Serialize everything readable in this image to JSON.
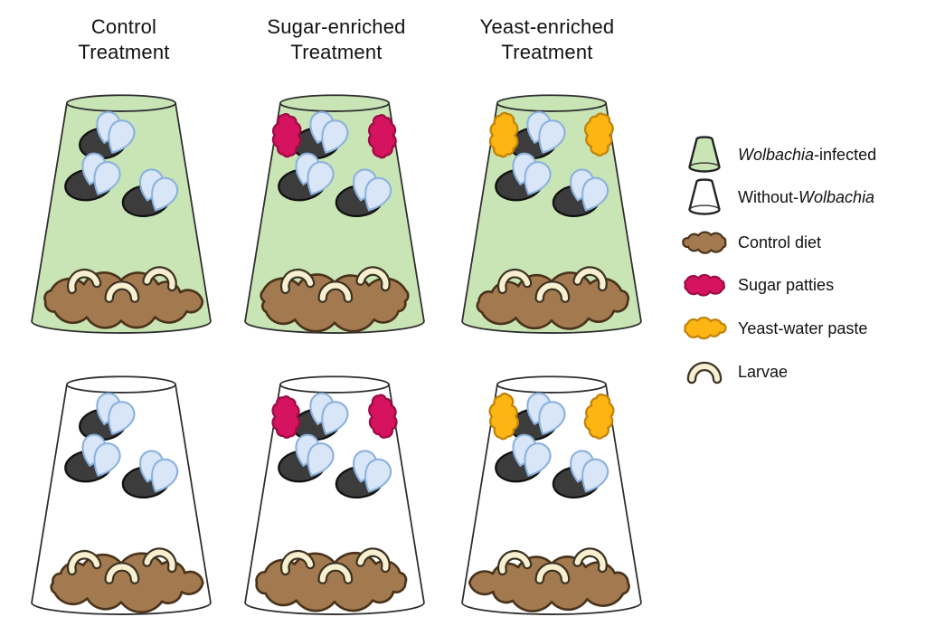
{
  "figure_title": "",
  "columns": [
    {
      "id": "control",
      "title_line1": "Control",
      "title_line2": "Treatment"
    },
    {
      "id": "sugar",
      "title_line1": "Sugar-enriched",
      "title_line2": "Treatment"
    },
    {
      "id": "yeast",
      "title_line1": "Yeast-enriched",
      "title_line2": "Treatment"
    }
  ],
  "rows": [
    {
      "id": "wolbachia-infected",
      "label_parts": [
        {
          "text": "Wolbachia",
          "italic": true
        },
        {
          "text": "-infected",
          "italic": false
        }
      ]
    },
    {
      "id": "without-wolbachia",
      "label_parts": [
        {
          "text": "Without-",
          "italic": false
        },
        {
          "text": "Wolbachia",
          "italic": true
        }
      ]
    }
  ],
  "vials": [
    {
      "row": "wolbachia-infected",
      "column": "control",
      "patty": null
    },
    {
      "row": "wolbachia-infected",
      "column": "sugar",
      "patty": "sugar"
    },
    {
      "row": "wolbachia-infected",
      "column": "yeast",
      "patty": "yeast"
    },
    {
      "row": "without-wolbachia",
      "column": "control",
      "patty": null
    },
    {
      "row": "without-wolbachia",
      "column": "sugar",
      "patty": "sugar"
    },
    {
      "row": "without-wolbachia",
      "column": "yeast",
      "patty": "yeast"
    }
  ],
  "counts": {
    "flies_per_vial": 3,
    "larvae_per_vial": 3,
    "patties_per_treated_vial": 2,
    "diet_blobs_per_vial": 1
  },
  "legend": {
    "items": [
      {
        "icon": "vial-green",
        "parts": [
          {
            "text": "Wolbachia",
            "italic": true
          },
          {
            "text": "-infected",
            "italic": false
          }
        ]
      },
      {
        "icon": "vial-white",
        "parts": [
          {
            "text": "Without-",
            "italic": false
          },
          {
            "text": "Wolbachia",
            "italic": true
          }
        ]
      },
      {
        "icon": "control-diet",
        "parts": [
          {
            "text": "Control diet",
            "italic": false
          }
        ]
      },
      {
        "icon": "sugar-patty",
        "parts": [
          {
            "text": "Sugar patties",
            "italic": false
          }
        ]
      },
      {
        "icon": "yeast-paste",
        "parts": [
          {
            "text": "Yeast-water paste",
            "italic": false
          }
        ]
      },
      {
        "icon": "larva",
        "parts": [
          {
            "text": "Larvae",
            "italic": false
          }
        ]
      }
    ]
  },
  "colors": {
    "vial_green": "#c9e5b5",
    "vial_white": "#ffffff",
    "vial_stroke": "#2e2e2e",
    "fly_body": "#3c3c3c",
    "fly_body_stroke": "#111111",
    "wing_fill": "#d8e6f7",
    "wing_stroke": "#8cb2dd",
    "diet_fill": "#a3794f",
    "diet_stroke": "#4a331b",
    "sugar_fill": "#d6135e",
    "sugar_stroke": "#9c0c45",
    "yeast_fill": "#fcb513",
    "yeast_stroke": "#c1830b",
    "larva_fill": "#f7efd0",
    "larva_stroke": "#3b3323",
    "title_color": "#121212",
    "background": "#ffffff"
  }
}
